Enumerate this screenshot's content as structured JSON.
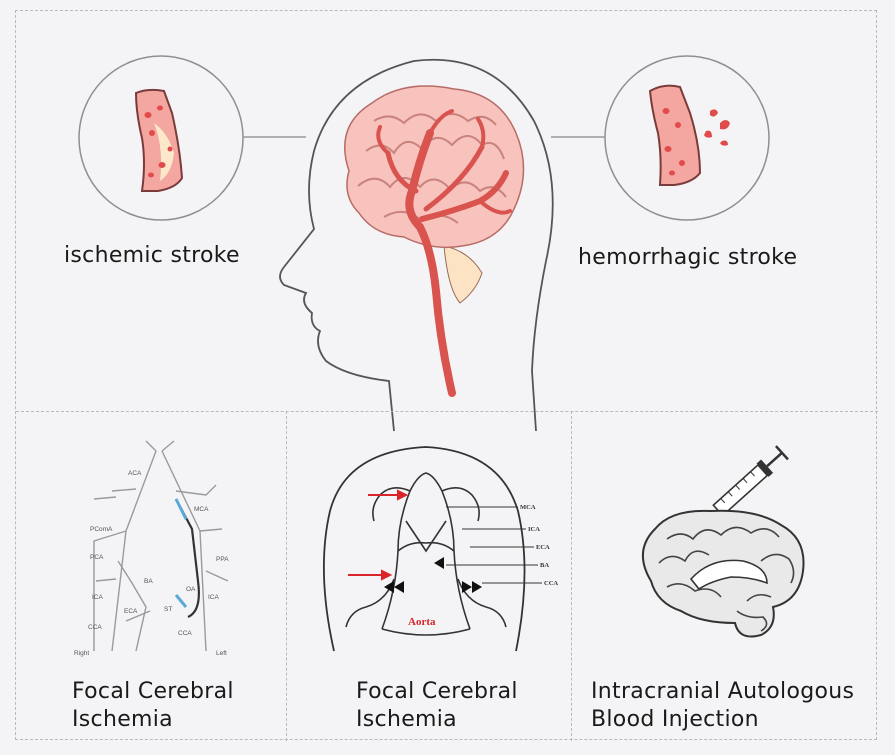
{
  "top": {
    "ischemic_label": "ischemic stroke",
    "hemorrhagic_label": "hemorrhagic stroke"
  },
  "panels": [
    {
      "title_line1": "Focal Cerebral",
      "title_line2": "Ischemia",
      "vessel_labels": {
        "aca": "ACA",
        "mca": "MCA",
        "pcoma": "PComA",
        "pca": "PCA",
        "ba": "BA",
        "oa": "OA",
        "ppa": "PPA",
        "ica_left": "ICA",
        "ica_right": "ICA",
        "eca": "ECA",
        "st": "ST",
        "cca_left": "CCA",
        "cca_right": "CCA",
        "right": "Right",
        "left": "Left"
      }
    },
    {
      "title_line1": "Focal Cerebral",
      "title_line2": "Ischemia",
      "vessel_labels": {
        "mca": "MCA",
        "ica": "ICA",
        "eca": "ECA",
        "ba": "BA",
        "cca": "CCA",
        "aorta": "Aorta"
      }
    },
    {
      "title_line1": "Intracranial Autologous",
      "title_line2": "Blood Injection"
    }
  ],
  "colors": {
    "vessel_fill": "#f4a6a0",
    "vessel_red": "#e05a5a",
    "brain_fill": "#f8c3bd",
    "outline": "#444444",
    "arrow_red": "#d9252a"
  },
  "icons": [
    "ischemic-vessel-icon",
    "hemorrhagic-vessel-icon",
    "head-brain-icon",
    "rat-vessel-diagram-icon",
    "aorta-vessel-diagram-icon",
    "brain-syringe-icon"
  ]
}
